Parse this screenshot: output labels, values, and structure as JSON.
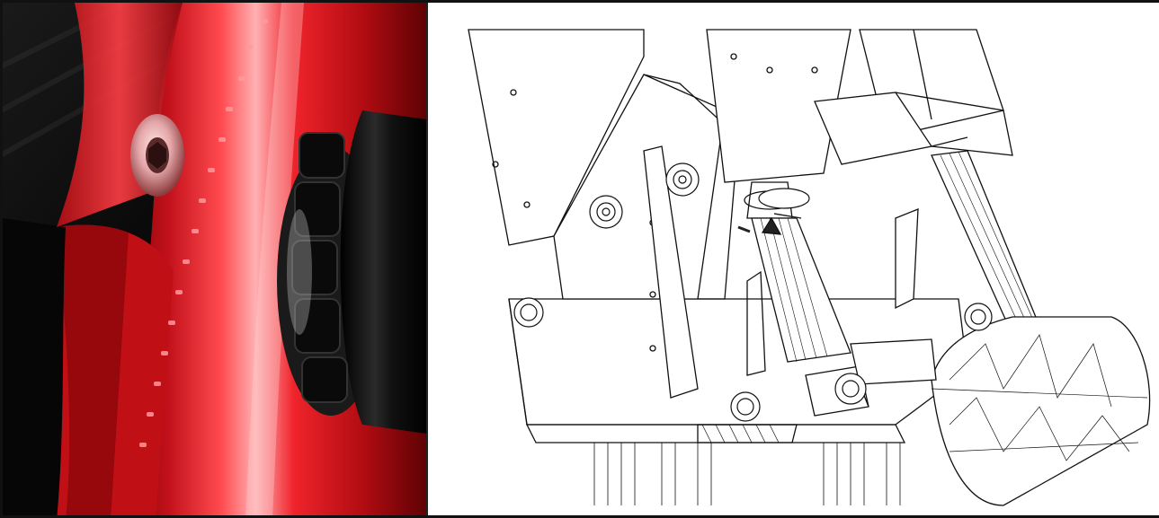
{
  "figure": {
    "left_panel": {
      "kind": "photo",
      "subject": "red-machined-arm-with-screw-and-black-knob",
      "colors": {
        "red": "#d8141b",
        "red_dark": "#7a0306",
        "red_light": "#ff6b6f",
        "black": "#0b0b0b",
        "bg": "#050505"
      }
    },
    "right_panel": {
      "kind": "line-drawing",
      "subject": "mount-mechanism-wireframe",
      "colors": {
        "line": "#111111",
        "bg": "#ffffff",
        "arrow": "#222222"
      }
    }
  }
}
